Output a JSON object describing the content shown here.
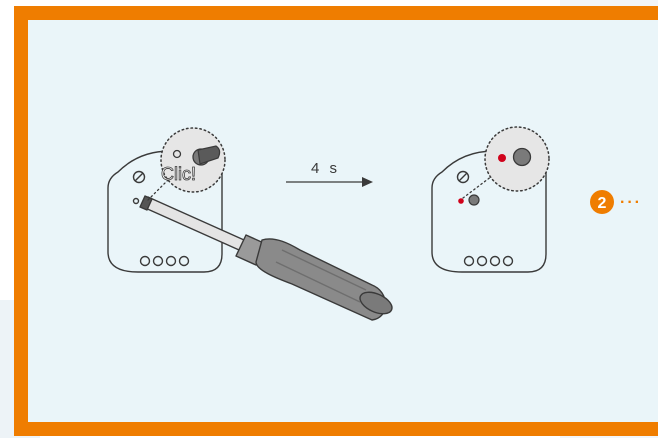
{
  "colors": {
    "accent": "#ef7d00",
    "panel_background": "#eaf5f9",
    "line": "#3a3a3a",
    "led": "#d0021b",
    "screwdriver": "#8a8a8a"
  },
  "step1": {
    "callout_text": "Clic!"
  },
  "transition": {
    "duration_label": "4 s"
  },
  "next_step": {
    "number": "2",
    "dots": "···"
  }
}
